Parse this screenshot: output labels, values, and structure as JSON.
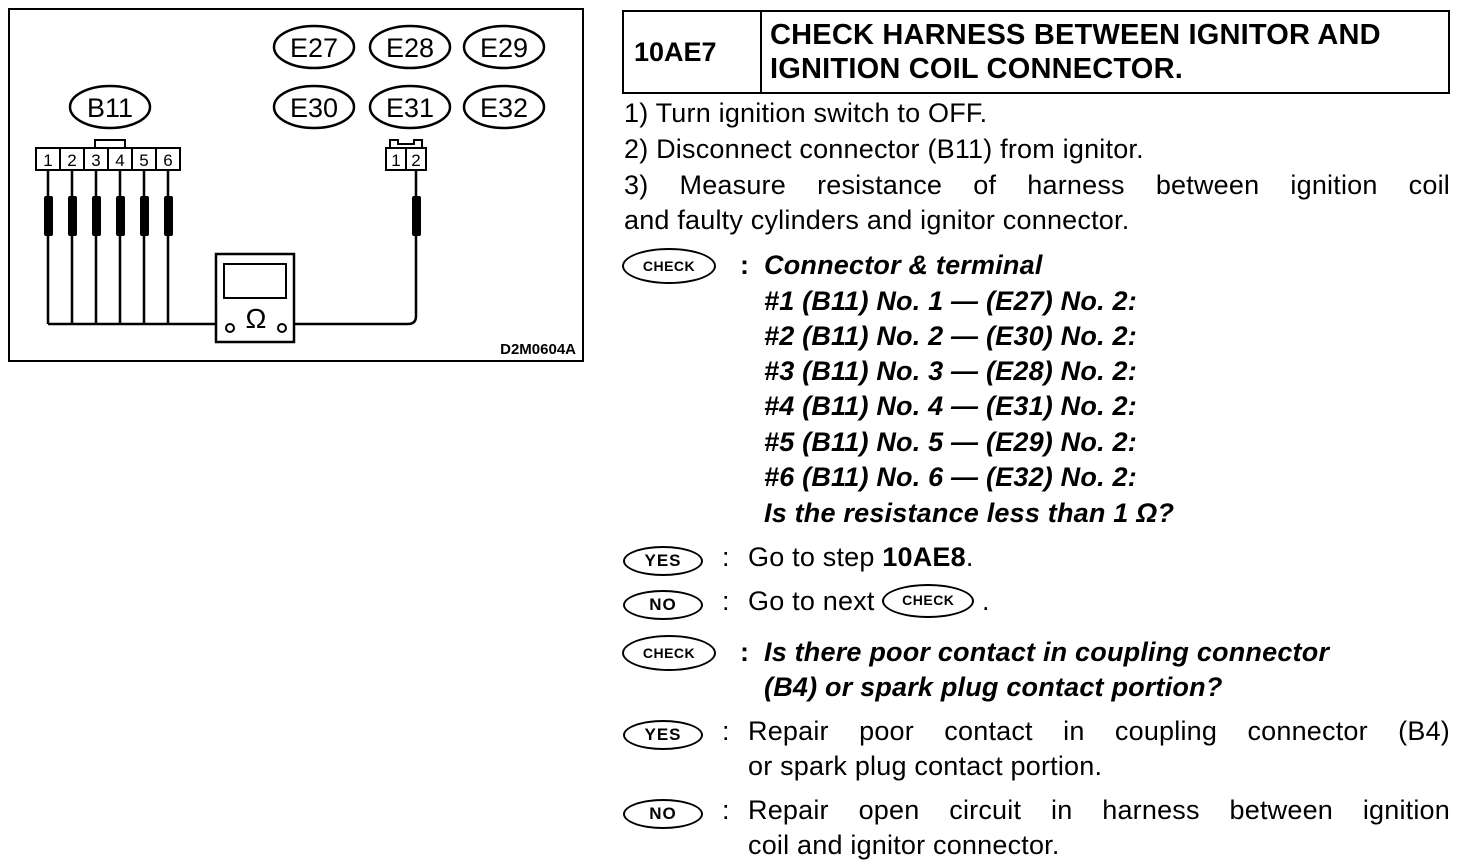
{
  "figure": {
    "connector_b11": "B11",
    "b11_pins": [
      "1",
      "2",
      "3",
      "4",
      "5",
      "6"
    ],
    "coil_connectors_row1": [
      "E27",
      "E28",
      "E29"
    ],
    "coil_connectors_row2": [
      "E30",
      "E31",
      "E32"
    ],
    "coil_pins": [
      "1",
      "2"
    ],
    "meter_symbol": "Ω",
    "figure_code": "D2M0604A"
  },
  "step": {
    "id": "10AE7",
    "title_line1": "CHECK HARNESS BETWEEN IGNITOR AND",
    "title_line2": "IGNITION COIL CONNECTOR."
  },
  "instructions": {
    "line1": "1)  Turn ignition switch to OFF.",
    "line2": "2)  Disconnect connector (B11) from ignitor.",
    "line3a": "3)  Measure resistance of harness between ignition coil",
    "line3b": "and faulty cylinders and ignitor connector."
  },
  "check1": {
    "badge": "CHECK",
    "colon": ":",
    "heading": "Connector & terminal",
    "rows": [
      "#1 (B11) No. 1 — (E27) No. 2:",
      "#2 (B11) No. 2 — (E30) No. 2:",
      "#3 (B11) No. 3 — (E28) No. 2:",
      "#4 (B11) No. 4 — (E31) No. 2:",
      "#5 (B11) No. 5 — (E29) No. 2:",
      "#6 (B11) No. 6 — (E32) No. 2:"
    ],
    "question": "Is the resistance less than 1 Ω?"
  },
  "yes1": {
    "badge": "YES",
    "colon": ":",
    "text": "Go to step ",
    "step_ref": "10AE8",
    "suffix": "."
  },
  "no1": {
    "badge": "NO",
    "colon": ":",
    "text": "Go to next",
    "inline_badge": "CHECK",
    "suffix": "."
  },
  "check2": {
    "badge": "CHECK",
    "colon": ":",
    "line1": "Is there poor contact in coupling connector",
    "line2": "(B4) or spark plug contact portion?"
  },
  "yes2": {
    "badge": "YES",
    "colon": ":",
    "line1": "Repair poor contact in coupling connector (B4)",
    "line2": "or spark plug contact portion."
  },
  "no2": {
    "badge": "NO",
    "colon": ":",
    "line1": "Repair open circuit in harness between ignition",
    "line2": "coil and ignitor connector."
  }
}
